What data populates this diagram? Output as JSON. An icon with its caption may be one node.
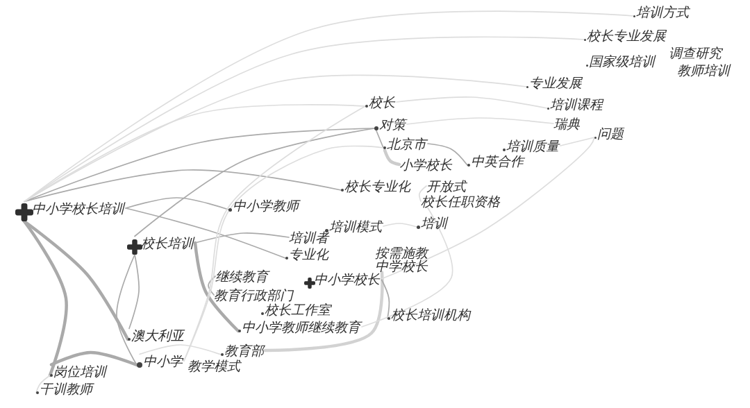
{
  "diagram": {
    "nodes": [
      {
        "text": [
          "中小学校长培训"
        ]
      },
      {
        "text": [
          "校长培训"
        ]
      },
      {
        "text": [
          "中小学校长"
        ]
      },
      {
        "text": [
          "中小学教师"
        ]
      },
      {
        "text": [
          "对策"
        ]
      },
      {
        "text": [
          "校长"
        ]
      },
      {
        "text": [
          "北京市"
        ]
      },
      {
        "text": [
          "小学校长"
        ]
      },
      {
        "text": [
          "中英合作"
        ]
      },
      {
        "text": [
          "培训质量"
        ]
      },
      {
        "text": [
          "校长专业化"
        ]
      },
      {
        "text": [
          "开放式"
        ]
      },
      {
        "text": [
          "校长任职资格"
        ]
      },
      {
        "text": [
          "培训模式"
        ]
      },
      {
        "text": [
          "培训者"
        ]
      },
      {
        "text": [
          "培训"
        ]
      },
      {
        "text": [
          "专业化"
        ]
      },
      {
        "text": [
          "按需施教"
        ]
      },
      {
        "text": [
          "中学校长"
        ]
      },
      {
        "text": [
          "继续教育"
        ]
      },
      {
        "text": [
          "教育行政部门"
        ]
      },
      {
        "text": [
          "校长工作室"
        ]
      },
      {
        "text": [
          "校长培训机构"
        ]
      },
      {
        "text": [
          "中小学教师继续教育"
        ]
      },
      {
        "text": [
          "澳大利亚"
        ]
      },
      {
        "text": [
          "教育部"
        ]
      },
      {
        "text": [
          "中小学"
        ]
      },
      {
        "text": [
          "教学模式"
        ]
      },
      {
        "text": [
          "岗位培训"
        ]
      },
      {
        "text": [
          "干训教师"
        ]
      },
      {
        "text": [
          "培训方式"
        ]
      },
      {
        "text": [
          "校长专业发展"
        ]
      },
      {
        "text": [
          "国家级培训"
        ]
      },
      {
        "text": [
          "调查研究"
        ]
      },
      {
        "text": [
          "教师培训"
        ]
      },
      {
        "text": [
          "专业发展"
        ]
      },
      {
        "text": [
          "培训课程"
        ]
      },
      {
        "text": [
          "瑞典"
        ]
      },
      {
        "text": [
          "问题"
        ]
      }
    ],
    "edges": [
      {
        "from": 0,
        "to": 28,
        "arrow": "none",
        "style": "thick"
      },
      {
        "from": 0,
        "to": 24,
        "arrow": "none",
        "style": "thick"
      },
      {
        "from": 0,
        "to": 3,
        "arrow": "none"
      },
      {
        "from": 0,
        "to": 4,
        "arrow": "none"
      },
      {
        "from": 0,
        "to": 5,
        "arrow": "none",
        "color": "#dddddd"
      },
      {
        "from": 0,
        "to": 10,
        "arrow": "none"
      },
      {
        "from": 0,
        "to": 16,
        "arrow": "none"
      },
      {
        "from": 0,
        "to": 35,
        "arrow": "none",
        "color": "#dddddd"
      },
      {
        "from": 0,
        "to": 31,
        "arrow": "none",
        "color": "#dddddd"
      },
      {
        "from": 0,
        "to": 30,
        "arrow": "none",
        "color": "#dddddd"
      },
      {
        "from": 1,
        "to": 23,
        "arrow": "none",
        "style": "thick"
      },
      {
        "from": 1,
        "to": 26,
        "arrow": "none"
      },
      {
        "from": 1,
        "to": 24,
        "arrow": "none"
      },
      {
        "from": 1,
        "to": 4,
        "arrow": "none"
      },
      {
        "from": 1,
        "to": 14,
        "arrow": "none"
      },
      {
        "from": 26,
        "to": 28,
        "arrow": "none",
        "style": "thick"
      },
      {
        "from": 26,
        "to": 25,
        "arrow": "none",
        "color": "#dddddd"
      },
      {
        "from": 25,
        "to": 18,
        "arrow": "none",
        "style": "thick",
        "color": "#d2d2d2"
      },
      {
        "from": 2,
        "to": 22,
        "arrow": "none"
      },
      {
        "from": 19,
        "to": 20,
        "arrow": "none"
      },
      {
        "from": 4,
        "to": 6,
        "arrow": "none"
      },
      {
        "from": 6,
        "to": 7,
        "arrow": "none",
        "style": "thick",
        "color": "#cccccc"
      },
      {
        "from": 6,
        "to": 8,
        "arrow": "none"
      },
      {
        "from": 11,
        "to": 12,
        "arrow": "none",
        "color": "#dddddd"
      },
      {
        "from": 13,
        "to": 15,
        "arrow": "none",
        "color": "#dddddd"
      },
      {
        "from": 26,
        "to": 5,
        "arrow": "none",
        "color": "#dddddd"
      },
      {
        "from": 26,
        "to": 6,
        "arrow": "none",
        "color": "#dddddd"
      },
      {
        "from": 5,
        "to": 36,
        "arrow": "none",
        "color": "#dddddd"
      },
      {
        "from": 4,
        "to": 37,
        "arrow": "none",
        "color": "#dddddd"
      },
      {
        "from": 9,
        "to": 38,
        "arrow": "none",
        "color": "#dddddd"
      },
      {
        "from": 2,
        "to": 38,
        "arrow": "none",
        "color": "#dddddd"
      },
      {
        "from": 23,
        "to": 12,
        "arrow": "none",
        "color": "#dddddd"
      },
      {
        "from": 28,
        "to": 29,
        "arrow": "none",
        "color": "#dddddd"
      }
    ]
  }
}
